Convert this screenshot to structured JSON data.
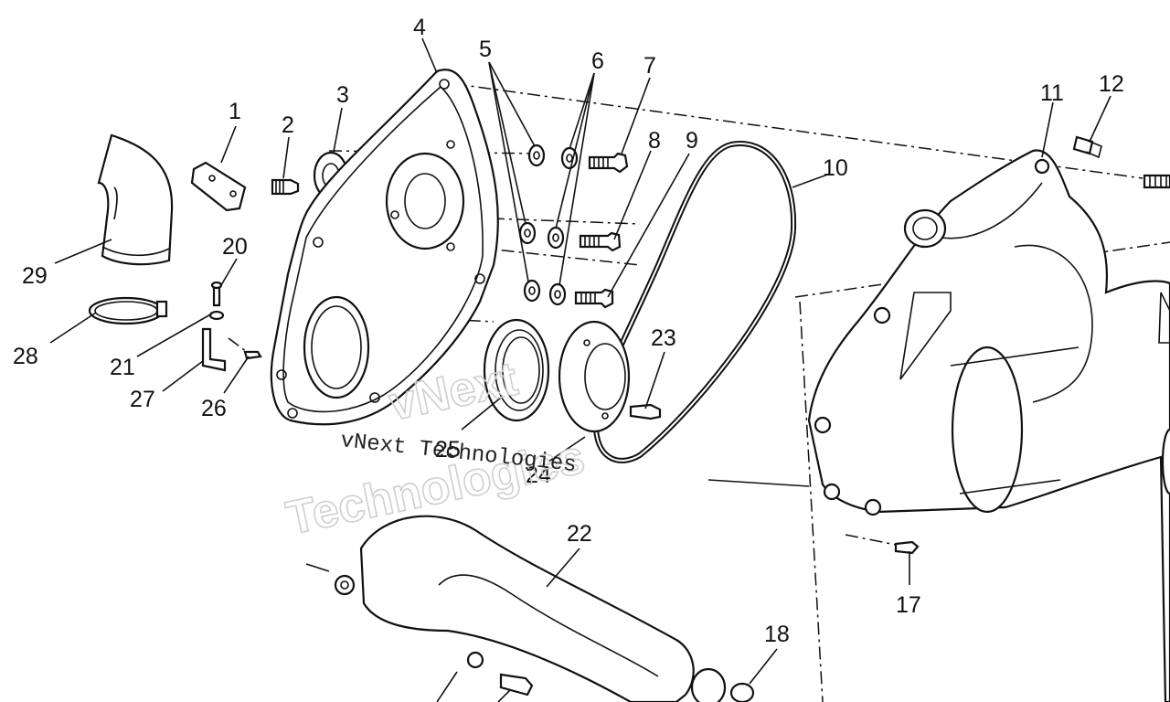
{
  "diagram": {
    "callouts": [
      "1",
      "2",
      "3",
      "4",
      "5",
      "6",
      "7",
      "8",
      "9",
      "10",
      "11",
      "12",
      "17",
      "18",
      "20",
      "21",
      "22",
      "23",
      "24",
      "25",
      "26",
      "27",
      "28",
      "29"
    ],
    "watermark": {
      "line1": "vNext Technologies",
      "line2_a": "vNext",
      "line2_b": "Technologies"
    },
    "colors": {
      "ink": "#111111",
      "paper": "#ffffff",
      "watermark": "#cfcfcf"
    }
  }
}
